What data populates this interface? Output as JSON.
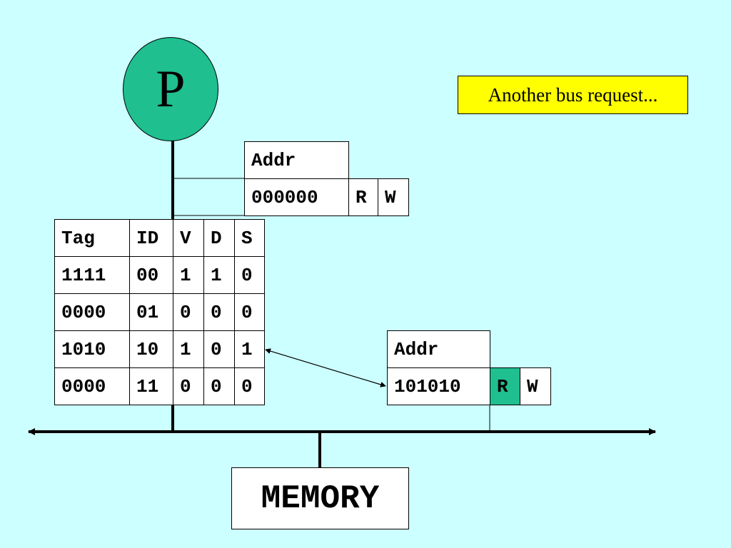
{
  "processor": {
    "label": "P"
  },
  "callout": {
    "text": "Another bus request..."
  },
  "colors": {
    "background": "#ccffff",
    "processor_fill": "#1fbf8f",
    "highlight": "#1fbf8f",
    "callout_fill": "#ffff00"
  },
  "cache_table": {
    "headers": [
      "Tag",
      "ID",
      "V",
      "D",
      "S"
    ],
    "rows": [
      [
        "1111",
        "00",
        "1",
        "1",
        "0"
      ],
      [
        "0000",
        "01",
        "0",
        "0",
        "0"
      ],
      [
        "1010",
        "10",
        "1",
        "0",
        "1"
      ],
      [
        "0000",
        "11",
        "0",
        "0",
        "0"
      ]
    ]
  },
  "bus_request_top": {
    "header": "Addr",
    "addr": "000000",
    "r": "R",
    "w": "W",
    "highlighted": "none"
  },
  "bus_request_right": {
    "header": "Addr",
    "addr": "101010",
    "r": "R",
    "w": "W",
    "highlighted": "R"
  },
  "memory": {
    "label": "MEMORY"
  }
}
